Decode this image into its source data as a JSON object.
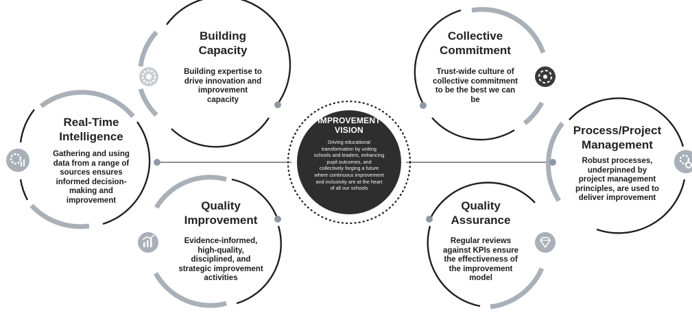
{
  "center": {
    "title_line1": "IMPROVEMENT",
    "title_line2": "VISION",
    "desc": [
      "Driving educational",
      "transformation by uniting",
      "schools and leaders, enhancing",
      "pupil outcomes, and",
      "collectively forging a future",
      "where continuous improvement",
      "and inclusivity are at the heart",
      "of all our schools"
    ]
  },
  "nodes": {
    "building_capacity": {
      "title": [
        "Building",
        "Capacity"
      ],
      "desc": [
        "Building expertise to",
        "drive innovation and",
        "improvement",
        "capacity"
      ],
      "icon": "gear-network-icon"
    },
    "collective_commitment": {
      "title": [
        "Collective",
        "Commitment"
      ],
      "desc": [
        "Trust-wide culture of",
        "collective commitment",
        "to be the best we can",
        "be"
      ],
      "icon": "people-circle-icon"
    },
    "real_time_intelligence": {
      "title": [
        "Real-Time",
        "Intelligence"
      ],
      "desc": [
        "Gathering and using",
        "data from a range of",
        "sources ensures",
        "informed decision-",
        "making and",
        "improvement"
      ],
      "icon": "data-gears-icon"
    },
    "process_project_management": {
      "title": [
        "Process/Project",
        "Management"
      ],
      "desc": [
        "Robust processes,",
        "underpinned by",
        "project management",
        "principles, are used to",
        "deliver improvement"
      ],
      "icon": "gears-icon"
    },
    "quality_improvement": {
      "title": [
        "Quality",
        "Improvement"
      ],
      "desc": [
        "Evidence-informed,",
        "high-quality,",
        "disciplined, and",
        "strategic improvement",
        "activities"
      ],
      "icon": "bar-chart-icon"
    },
    "quality_assurance": {
      "title": [
        "Quality",
        "Assurance"
      ],
      "desc": [
        "Regular reviews",
        "against KPIs ensure",
        "the effectiveness of",
        "the improvement",
        "model"
      ],
      "icon": "diamond-icon"
    }
  },
  "colors": {
    "ring_dark": "#1f1f1f",
    "ring_grey": "#a9b0b8",
    "center_fill": "#2e2e2e",
    "connector": "#6a6a6a",
    "dot": "#8e98a3"
  }
}
